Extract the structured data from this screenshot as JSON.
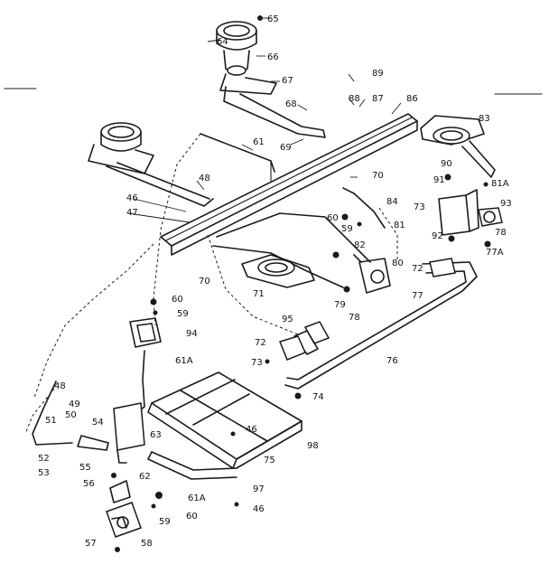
{
  "callouts": {
    "c46a": "46",
    "c46b": "46",
    "c46c": "46",
    "c47": "47",
    "c48a": "48",
    "c48b": "48",
    "c49": "49",
    "c50": "50",
    "c51": "51",
    "c52": "52",
    "c53": "53",
    "c54": "54",
    "c55": "55",
    "c56": "56",
    "c57": "57",
    "c58": "58",
    "c59a": "59",
    "c59b": "59",
    "c59c": "59",
    "c60a": "60",
    "c60b": "60",
    "c60c": "60",
    "c61": "61",
    "c61Aa": "61A",
    "c61Ab": "61A",
    "c62": "62",
    "c63": "63",
    "c64": "64",
    "c65": "65",
    "c66": "66",
    "c67": "67",
    "c68": "68",
    "c69": "69",
    "c70a": "70",
    "c70b": "70",
    "c71": "71",
    "c72a": "72",
    "c72b": "72",
    "c73a": "73",
    "c73b": "73",
    "c74": "74",
    "c75": "75",
    "c76": "76",
    "c77": "77",
    "c77A": "77A",
    "c78a": "78",
    "c78b": "78",
    "c79": "79",
    "c80": "80",
    "c81": "81",
    "c81A": "81A",
    "c82": "82",
    "c83": "83",
    "c84": "84",
    "c86": "86",
    "c87": "87",
    "c88": "88",
    "c89": "89",
    "c90": "90",
    "c91": "91",
    "c92": "92",
    "c93": "93",
    "c94": "94",
    "c95": "95",
    "c97": "97",
    "c98": "98"
  }
}
